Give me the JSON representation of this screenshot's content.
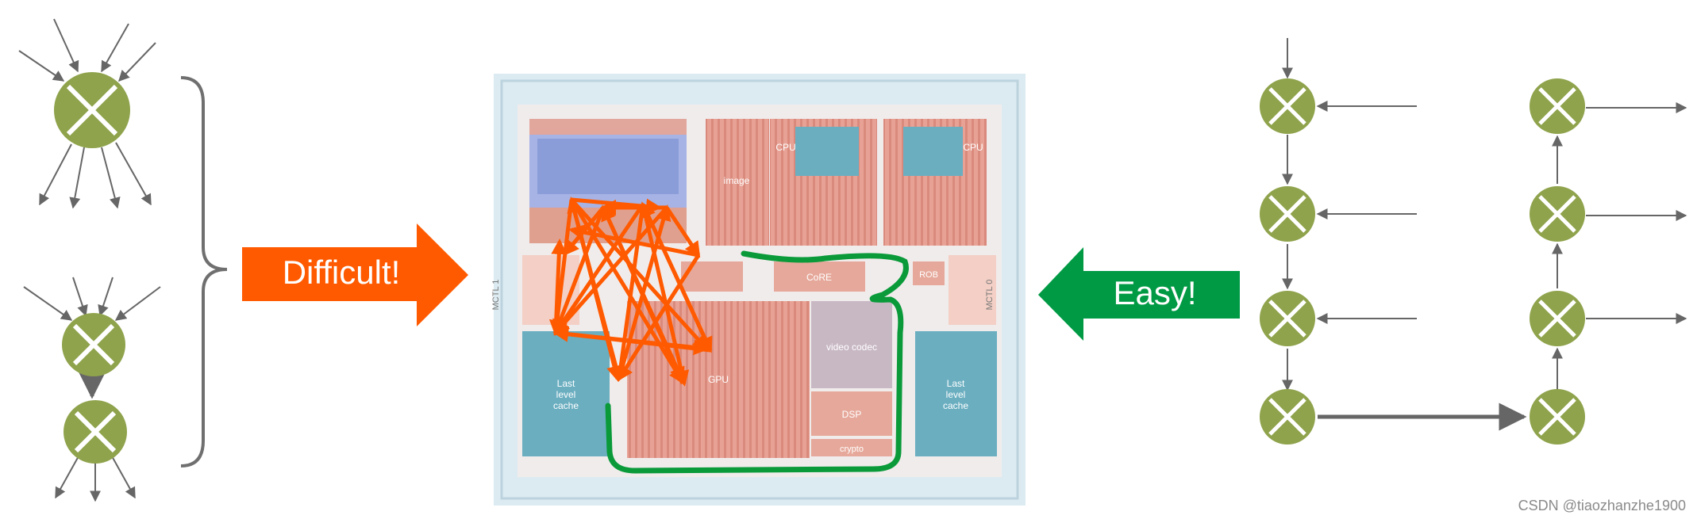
{
  "arrows": {
    "difficult_label": "Difficult!",
    "easy_label": "Easy!"
  },
  "chip": {
    "labels": {
      "cpu_left": "CPU",
      "cpu_right": "CPU",
      "image": "image",
      "core": "CoRE",
      "rob": "ROB",
      "video_codec": "video codec",
      "gpu": "GPU",
      "dsp": "DSP",
      "crypto": "crypto",
      "llc_left_1": "Last",
      "llc_left_2": "level",
      "llc_left_3": "cache",
      "llc_right_1": "Last",
      "llc_right_2": "level",
      "llc_right_3": "cache",
      "mctl_left": "MCTL 1",
      "mctl_right": "MCTL 0"
    }
  },
  "colors": {
    "node_green": "#8fa34c",
    "difficult_orange": "#ff5a00",
    "easy_green": "#009a44",
    "route_green": "#0a9a3a",
    "edge_gray": "#666666"
  },
  "watermark": "CSDN @tiaozhanzhe1900"
}
